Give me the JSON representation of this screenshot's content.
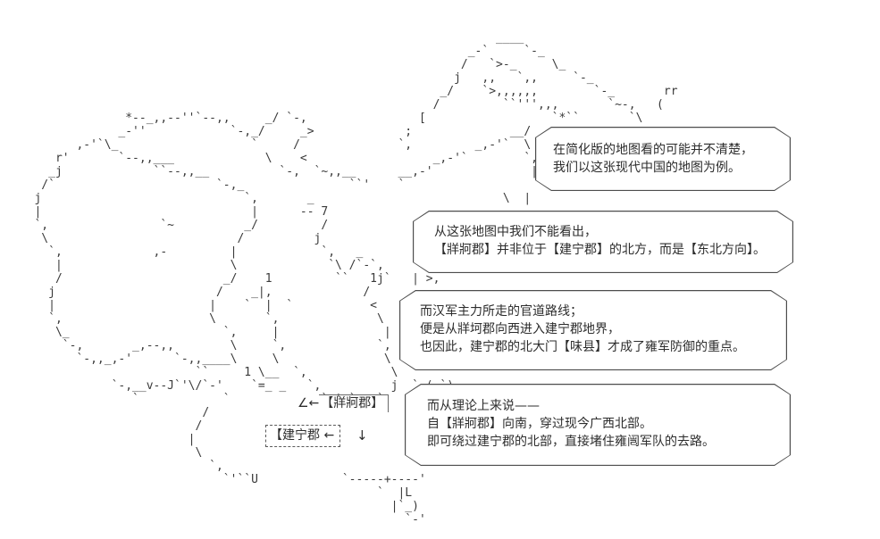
{
  "scene": {
    "description": "ascii-art-map-of-china-with-dialogue",
    "background_color": "#ffffff",
    "ink_color": "#3a3a3a"
  },
  "map": {
    "rows": [
      [],
      [],
      [
        [
          69,
          "____"
        ]
      ],
      [
        [
          65,
          "_-`"
        ],
        [
          73,
          "`-_"
        ]
      ],
      [
        [
          64,
          "/"
        ],
        [
          68,
          "`>-_"
        ],
        [
          77,
          "\\_"
        ]
      ],
      [
        [
          63,
          "j"
        ],
        [
          67,
          ",,"
        ],
        [
          72,
          "`,,"
        ],
        [
          80,
          "`-_"
        ]
      ],
      [
        [
          61,
          "_/"
        ],
        [
          67,
          "`>,,,,,,"
        ],
        [
          83,
          "`-_"
        ],
        [
          93,
          "rr"
        ]
      ],
      [
        [
          60,
          "/"
        ],
        [
          70,
          "``''',,,"
        ],
        [
          85,
          "`~-,"
        ],
        [
          92,
          "("
        ]
      ],
      [
        [
          16,
          "*--"
        ],
        [
          19,
          "_,,--''`--,,"
        ],
        [
          36,
          "_/ `-,"
        ],
        [
          58,
          "["
        ],
        [
          77,
          "`*``"
        ],
        [
          88,
          "`\\"
        ]
      ],
      [
        [
          15,
          "_-''"
        ],
        [
          31,
          "`-,_/"
        ],
        [
          41,
          "_>"
        ],
        [
          56,
          ";"
        ],
        [
          71,
          "__/"
        ]
      ],
      [
        [
          9,
          ",-'`\\_"
        ],
        [
          34,
          "`"
        ],
        [
          40,
          "/"
        ],
        [
          55,
          "`,"
        ],
        [
          66,
          "_,-'`"
        ],
        [
          73,
          "\\"
        ]
      ],
      [
        [
          6,
          "r'"
        ],
        [
          15,
          "`--,,___"
        ],
        [
          36,
          "\\"
        ],
        [
          41,
          "<"
        ],
        [
          60,
          "_,-'`"
        ],
        [
          73,
          "`,"
        ]
      ],
      [
        [
          5,
          "_j"
        ],
        [
          20,
          "``--,,__"
        ],
        [
          38,
          "`-,"
        ],
        [
          43,
          "`~,,__"
        ],
        [
          55,
          "__,-'"
        ],
        [
          74,
          "|"
        ]
      ],
      [
        [
          4,
          "/`"
        ],
        [
          29,
          "`-,_"
        ],
        [
          48,
          "``'"
        ],
        [
          55,
          "`"
        ]
      ],
      [
        [
          3,
          "j"
        ],
        [
          33,
          "`,"
        ],
        [
          42,
          "_"
        ],
        [
          70,
          "\\  |"
        ]
      ],
      [
        [
          3,
          "|"
        ],
        [
          34,
          "|"
        ],
        [
          41,
          "-- 7"
        ]
      ],
      [
        [
          3,
          "`,"
        ],
        [
          21,
          "`~"
        ],
        [
          33,
          "_/"
        ],
        [
          44,
          "/"
        ]
      ],
      [
        [
          4,
          "\\"
        ],
        [
          32,
          "/"
        ],
        [
          43,
          "j"
        ]
      ],
      [
        [
          5,
          "`,"
        ],
        [
          20,
          ",-"
        ],
        [
          31,
          "|"
        ],
        [
          44,
          "`,"
        ],
        [
          49,
          "_"
        ]
      ],
      [
        [
          6,
          "|"
        ],
        [
          31,
          "\\"
        ],
        [
          45,
          "`\\"
        ],
        [
          48,
          "/`-`,"
        ]
      ],
      [
        [
          6,
          "/"
        ],
        [
          30,
          "_/"
        ],
        [
          36,
          "1"
        ],
        [
          46,
          "``"
        ],
        [
          51,
          "1j`"
        ],
        [
          57,
          "| >,"
        ]
      ],
      [
        [
          5,
          "j"
        ],
        [
          29,
          "/"
        ],
        [
          34,
          "_|,"
        ],
        [
          50,
          "/"
        ]
      ],
      [
        [
          5,
          "|"
        ],
        [
          28,
          "|"
        ],
        [
          33,
          "`"
        ],
        [
          36,
          "|"
        ],
        [
          39,
          "`"
        ],
        [
          51,
          "<"
        ]
      ],
      [
        [
          5,
          "`,"
        ],
        [
          28,
          "\\"
        ],
        [
          36,
          "`,"
        ],
        [
          52,
          "\\"
        ]
      ],
      [
        [
          6,
          "\\_"
        ],
        [
          30,
          "`,"
        ],
        [
          37,
          "|"
        ],
        [
          53,
          "|"
        ]
      ],
      [
        [
          7,
          "`-,"
        ],
        [
          17,
          "_,--,,"
        ],
        [
          31,
          "\\"
        ],
        [
          37,
          "`,"
        ],
        [
          52,
          "`,"
        ]
      ],
      [
        [
          9,
          "`-,,_,-'"
        ],
        [
          23,
          "`-,,____\\"
        ],
        [
          37,
          "\\"
        ],
        [
          53,
          "\\"
        ]
      ],
      [
        [
          26,
          "``"
        ],
        [
          33,
          "1"
        ],
        [
          35,
          "\\__"
        ],
        [
          40,
          "`,"
        ],
        [
          54,
          "\\"
        ]
      ],
      [
        [
          14,
          "`-,__v--J`'\\/`-'"
        ],
        [
          34,
          "`=_ _"
        ],
        [
          42,
          "`,"
        ],
        [
          54,
          "j"
        ],
        [
          57,
          "` ( `)"
        ]
      ],
      [
        [
          17,
          "`"
        ],
        [
          30,
          "`"
        ],
        [
          44,
          "` ' `"
        ],
        [
          52,
          "`"
        ]
      ],
      [
        [
          27,
          "/"
        ]
      ],
      [
        [
          26,
          "/"
        ]
      ],
      [
        [
          25,
          "|"
        ]
      ],
      [
        [
          26,
          "\\"
        ]
      ],
      [
        [
          28,
          "`,"
        ]
      ],
      [
        [
          30,
          "`'``U"
        ],
        [
          47,
          "`-----+----'"
        ]
      ],
      [
        [
          52,
          "`"
        ],
        [
          55,
          "|L"
        ]
      ],
      [
        [
          54,
          "|`_)"
        ]
      ],
      [
        [
          56,
          "`-'"
        ]
      ]
    ],
    "labels": {
      "zangke": {
        "prefix": "∠←",
        "name": "【牂牁郡】"
      },
      "jianning": {
        "name": "【建宁郡 ←",
        "arrow": "↓"
      }
    }
  },
  "bubbles": [
    {
      "id": "bubble-1",
      "lines": [
        "在简化版的地图看的可能并不清楚，",
        "我们以这张现代中国的地图为例。"
      ]
    },
    {
      "id": "bubble-2",
      "lines": [
        "从这张地图中我们不能看出，",
        "【牂牁郡】并非位于【建宁郡】的北方，而是【东北方向】。"
      ]
    },
    {
      "id": "bubble-3",
      "lines": [
        "而汉军主力所走的官道路线；",
        "便是从牂坷郡向西进入建宁郡地界，",
        "也因此，建宁郡的北大门【味县】才成了雍军防御的重点。"
      ]
    },
    {
      "id": "bubble-4",
      "lines": [
        "而从理论上来说——",
        "自【牂牁郡】向南，穿过现今广西北部。",
        "即可绕过建宁郡的北部，直接堵住雍闿军队的去路。"
      ]
    }
  ]
}
